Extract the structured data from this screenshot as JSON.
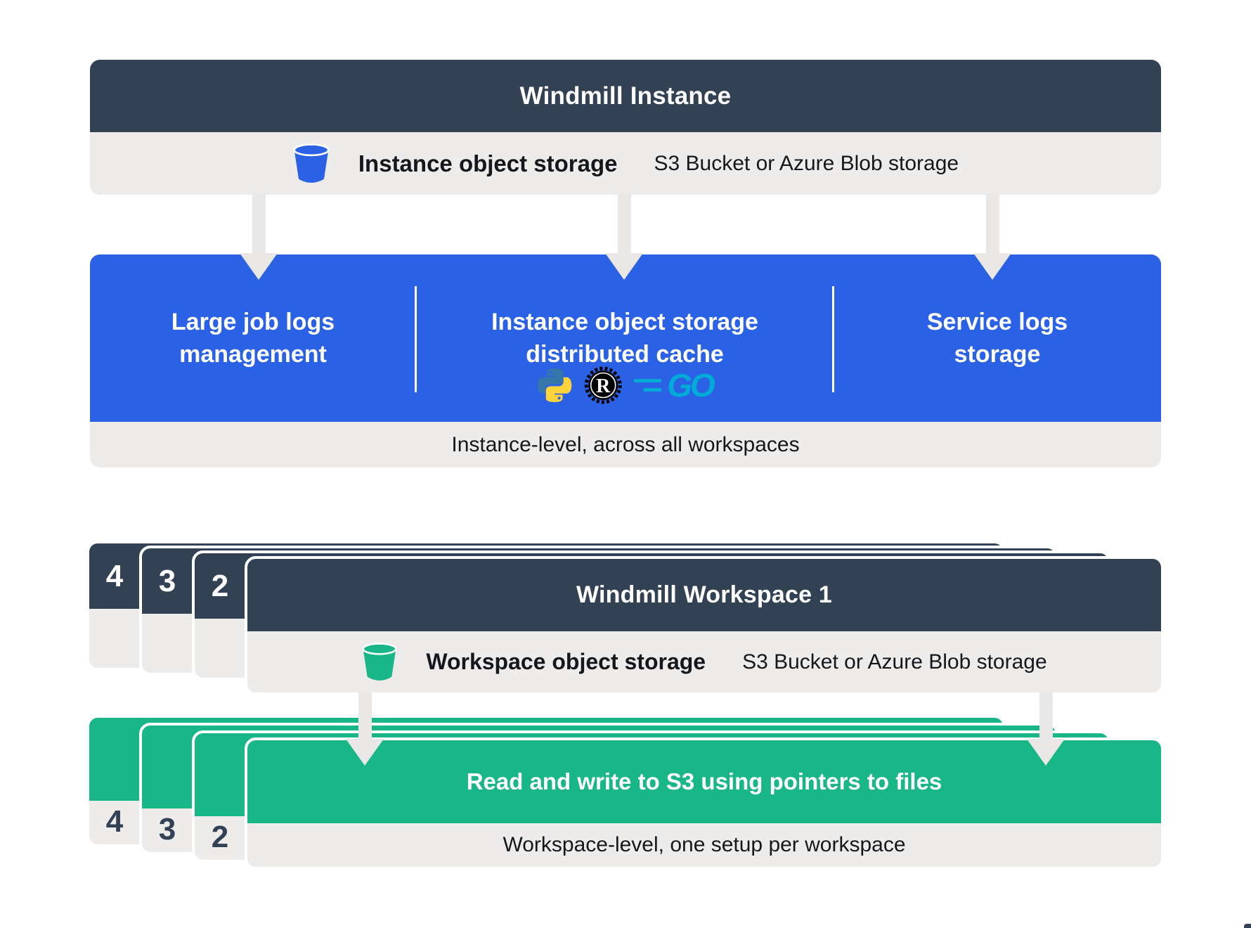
{
  "colors": {
    "dark_slate": "#334155",
    "blue": "#2B62E5",
    "green": "#19B687",
    "bar_gray": "#EDECEB",
    "arrow_gray": "#EAE8E6",
    "text_dark": "#14171C",
    "go_cyan": "#00ACD7",
    "python_blue": "#3776AB",
    "python_yellow": "#FFD43B",
    "rust_black": "#000000"
  },
  "instance": {
    "title": "Windmill Instance",
    "storage": {
      "icon": "bucket-icon",
      "label": "Instance object storage",
      "detail": "S3 Bucket or Azure Blob storage"
    },
    "features": [
      {
        "label": "Large job logs\nmanagement"
      },
      {
        "label": "Instance object storage\ndistributed cache",
        "languages": [
          "python-icon",
          "rust-icon",
          "go-icon"
        ]
      },
      {
        "label": "Service logs\nstorage"
      }
    ],
    "caption": "Instance-level, across all workspaces"
  },
  "workspace": {
    "title": "Windmill Workspace 1",
    "stack_numbers": [
      "4",
      "3",
      "2"
    ],
    "storage": {
      "icon": "bucket-icon",
      "label": "Workspace object storage",
      "detail": "S3 Bucket or Azure Blob storage"
    },
    "result": {
      "title": "Read and write to S3 using pointers to files",
      "caption": "Workspace-level, one setup per workspace",
      "stack_numbers": [
        "4",
        "3",
        "2"
      ]
    }
  },
  "logos": {
    "go_text": "GO",
    "rust_letter": "R"
  }
}
